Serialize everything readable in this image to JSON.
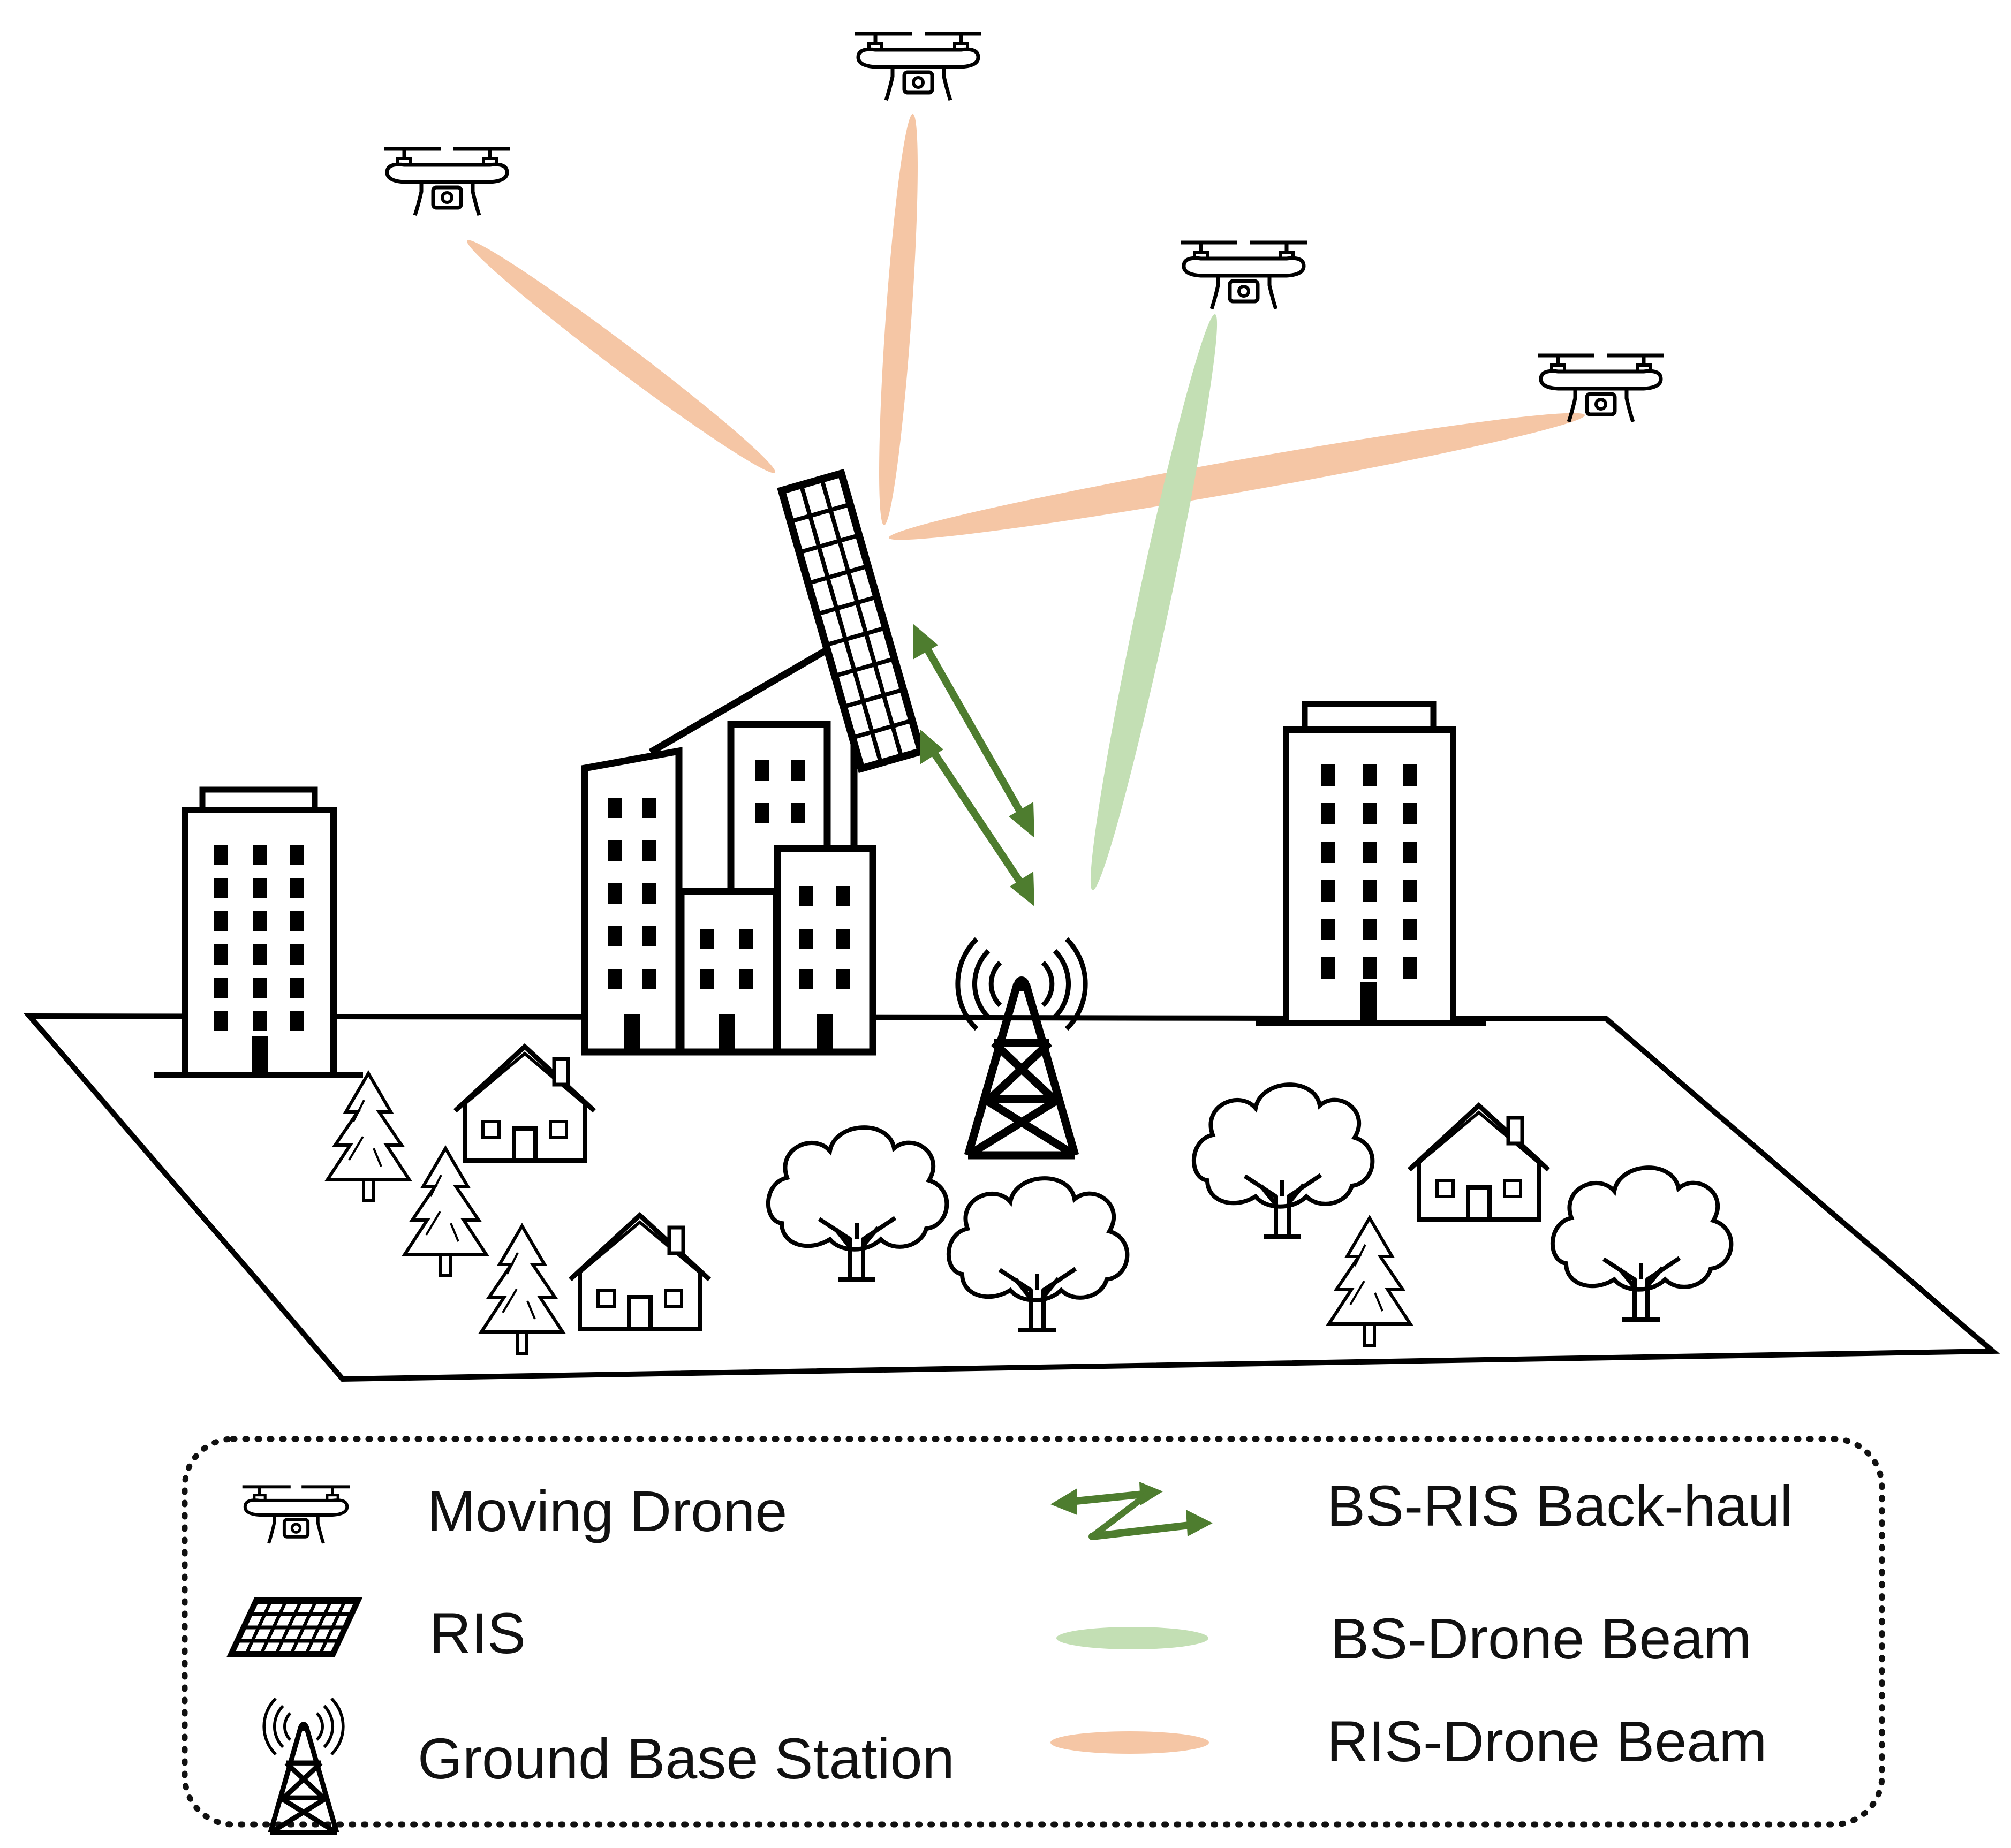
{
  "colors": {
    "ris_drone_beam": "#f5c6a5",
    "bs_drone_beam": "#c3dfb4",
    "backhaul_arrow": "#4e7d2f",
    "line": "#000000",
    "legend_border": "#111111"
  },
  "scene": {
    "drones": [
      {
        "name": "drone-1",
        "link": "ris"
      },
      {
        "name": "drone-2",
        "link": "ris"
      },
      {
        "name": "drone-3",
        "link": "bs"
      },
      {
        "name": "drone-4",
        "link": "ris"
      }
    ],
    "icons": [
      "drone-icon",
      "ris-panel-icon",
      "base-station-tower-icon",
      "building-icon",
      "house-icon",
      "pine-tree-icon",
      "oak-tree-icon"
    ]
  },
  "legend": {
    "items": [
      {
        "icon": "drone-icon",
        "label": "Moving Drone"
      },
      {
        "icon": "ris-panel-icon",
        "label": "RIS"
      },
      {
        "icon": "base-station-tower-icon",
        "label": "Ground Base Station"
      },
      {
        "icon": "backhaul-arrow-icon",
        "label": "BS-RIS Back-haul"
      },
      {
        "icon": "green-beam-icon",
        "label": "BS-Drone Beam"
      },
      {
        "icon": "orange-beam-icon",
        "label": "RIS-Drone Beam"
      }
    ]
  }
}
